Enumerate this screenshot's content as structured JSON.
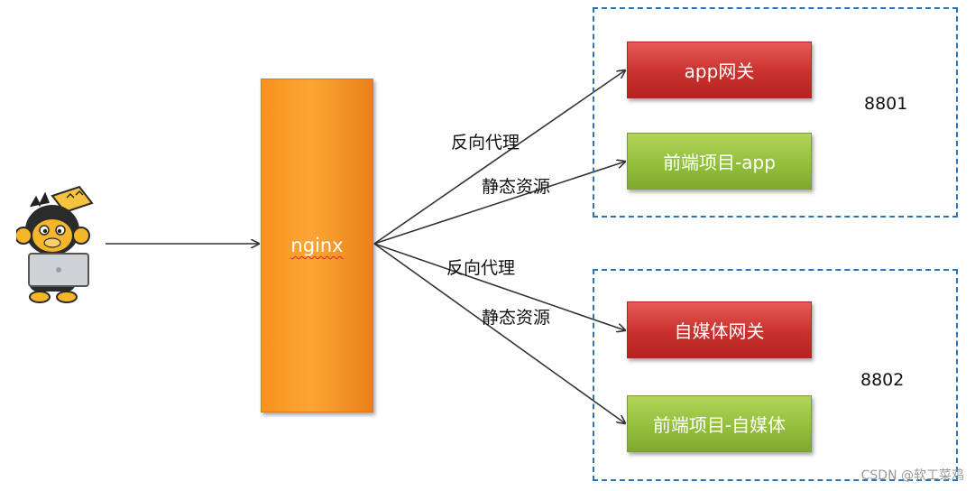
{
  "user": {
    "icon": "monkey-with-laptop"
  },
  "proxy": {
    "label": "nginx"
  },
  "groups": [
    {
      "port": "8801",
      "gateway": "app网关",
      "frontend": "前端项目-app",
      "edge_labels": {
        "to_gateway": "反向代理",
        "to_frontend": "静态资源"
      }
    },
    {
      "port": "8802",
      "gateway": "自媒体网关",
      "frontend": "前端项目-自媒体",
      "edge_labels": {
        "to_gateway": "反向代理",
        "to_frontend": "静态资源"
      }
    }
  ],
  "watermark": "CSDN @软工菜鸡",
  "colors": {
    "gateway": "#c9302c",
    "frontend": "#93c03c",
    "nginx": "#f7941d",
    "group_border": "#2e74b5"
  }
}
